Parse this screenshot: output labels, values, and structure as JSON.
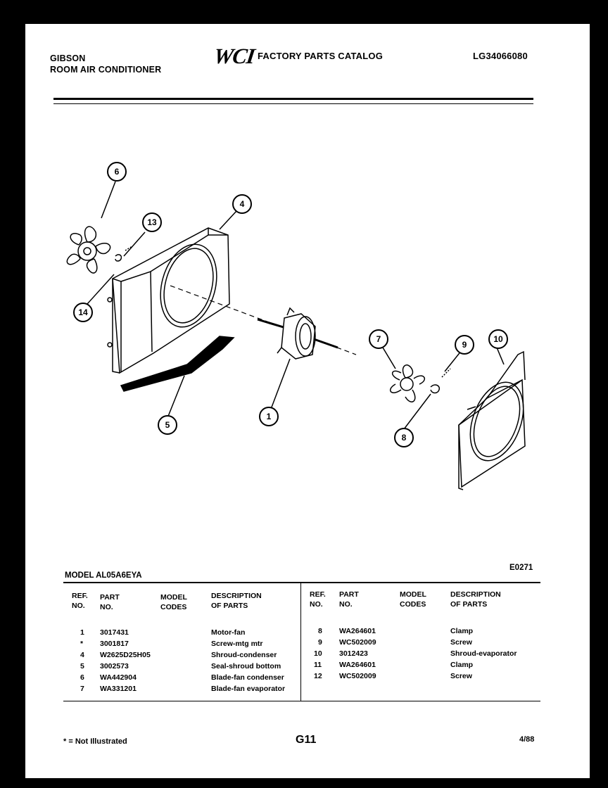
{
  "header": {
    "brand": "GIBSON",
    "product": "ROOM AIR CONDITIONER",
    "logo": "WCI",
    "catalog_title": "FACTORY PARTS CATALOG",
    "doc_number": "LG34066080"
  },
  "diagram": {
    "callouts": [
      "6",
      "13",
      "4",
      "14",
      "1",
      "5",
      "7",
      "9",
      "10",
      "8"
    ]
  },
  "model": "MODEL AL05A6EYA",
  "code": "E0271",
  "table": {
    "headers": {
      "ref": [
        "REF.",
        "NO."
      ],
      "part": [
        "PART",
        "NO."
      ],
      "model": [
        "MODEL",
        "CODES"
      ],
      "desc": [
        "DESCRIPTION",
        "OF PARTS"
      ]
    },
    "left_rows": [
      {
        "ref": "1",
        "part": "3017431",
        "model": "",
        "desc": "Motor-fan"
      },
      {
        "ref": "*",
        "part": "3001817",
        "model": "",
        "desc": "Screw-mtg mtr"
      },
      {
        "ref": "4",
        "part": "W2625D25H05",
        "model": "",
        "desc": "Shroud-condenser"
      },
      {
        "ref": "5",
        "part": "3002573",
        "model": "",
        "desc": "Seal-shroud bottom"
      },
      {
        "ref": "6",
        "part": "WA442904",
        "model": "",
        "desc": "Blade-fan condenser"
      },
      {
        "ref": "7",
        "part": "WA331201",
        "model": "",
        "desc": "Blade-fan evaporator"
      }
    ],
    "right_rows": [
      {
        "ref": "8",
        "part": "WA264601",
        "model": "",
        "desc": "Clamp"
      },
      {
        "ref": "9",
        "part": "WC502009",
        "model": "",
        "desc": "Screw"
      },
      {
        "ref": "10",
        "part": "3012423",
        "model": "",
        "desc": "Shroud-evaporator"
      },
      {
        "ref": "11",
        "part": "WA264601",
        "model": "",
        "desc": "Clamp"
      },
      {
        "ref": "12",
        "part": "WC502009",
        "model": "",
        "desc": "Screw"
      }
    ]
  },
  "footer": {
    "note": "* = Not Illustrated",
    "page": "G11",
    "date": "4/88"
  }
}
